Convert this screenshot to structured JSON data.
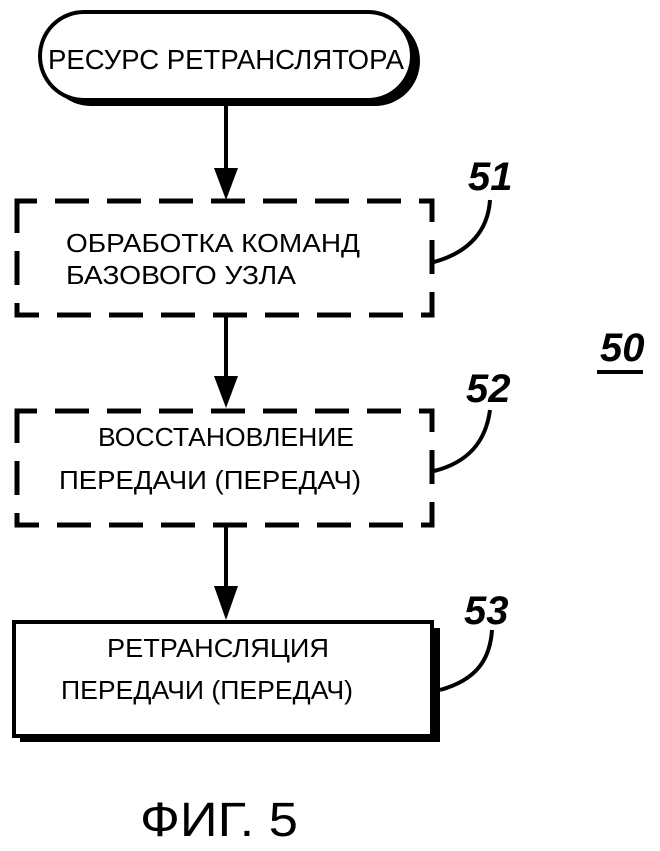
{
  "diagram": {
    "figure_number_ref": "50",
    "caption": "ФИГ. 5",
    "start": {
      "line1": "РЕСУРС РЕТРАНСЛЯТОРА"
    },
    "blocks": [
      {
        "ref": "51",
        "style": "dashed",
        "line1": "ОБРАБОТКА  КОМАНД",
        "line2": "БАЗОВОГО  УЗЛА"
      },
      {
        "ref": "52",
        "style": "dashed",
        "line1": "ВОССТАНОВЛЕНИЕ",
        "line2": "ПЕРЕДАЧИ  (ПЕРЕДАЧ)"
      },
      {
        "ref": "53",
        "style": "solid",
        "line1": "РЕТРАНСЛЯЦИЯ",
        "line2": "ПЕРЕДАЧИ (ПЕРЕДАЧ)"
      }
    ],
    "colors": {
      "ink": "#000000",
      "paper": "#ffffff"
    }
  }
}
